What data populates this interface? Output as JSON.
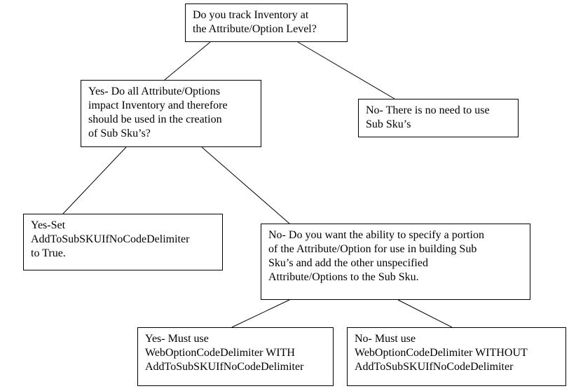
{
  "diagram": {
    "nodes": {
      "root": "Do you track Inventory at\nthe Attribute/Option Level?",
      "yes1": "Yes- Do all Attribute/Options\nimpact Inventory and therefore\nshould be used in the creation\nof Sub Sku’s?",
      "no1": "No- There is no need to use\nSub Sku’s",
      "yes2": "Yes-Set\nAddToSubSKUIfNoCodeDelimiter\nto True.",
      "no2": "No- Do you want the ability to specify a portion\nof the Attribute/Option for use in building Sub\nSku’s and add the other unspecified\nAttribute/Options to the Sub Sku.",
      "yes3": "Yes- Must use\nWebOptionCodeDelimiter WITH\nAddToSubSKUIfNoCodeDelimiter",
      "no3": "No- Must use\nWebOptionCodeDelimiter WITHOUT\nAddToSubSKUIfNoCodeDelimiter"
    },
    "edges": [
      {
        "from": "root",
        "to": "yes1"
      },
      {
        "from": "root",
        "to": "no1"
      },
      {
        "from": "yes1",
        "to": "yes2"
      },
      {
        "from": "yes1",
        "to": "no2"
      },
      {
        "from": "no2",
        "to": "yes3"
      },
      {
        "from": "no2",
        "to": "no3"
      }
    ],
    "colors": {
      "line": "#000000",
      "box_border": "#000000",
      "background": "#ffffff"
    }
  }
}
